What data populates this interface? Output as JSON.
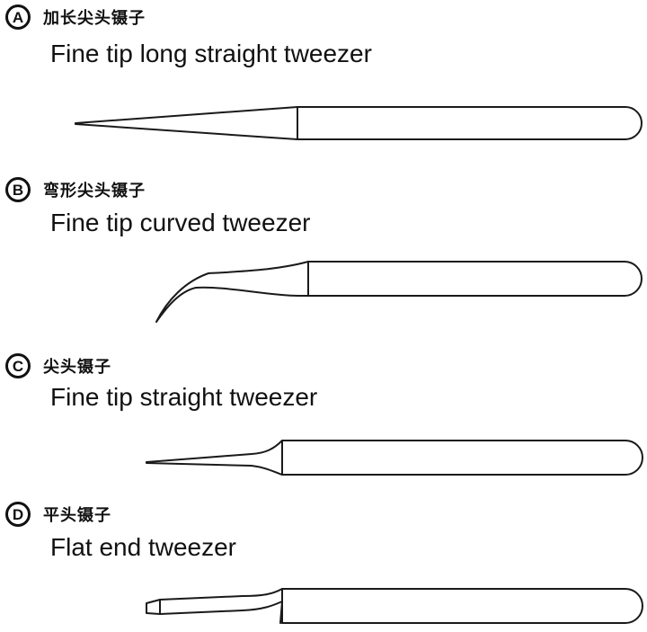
{
  "items": [
    {
      "letter": "A",
      "zh": "加长尖头镊子",
      "en": "Fine tip long straight tweezer"
    },
    {
      "letter": "B",
      "zh": "弯形尖头镊子",
      "en": "Fine tip curved tweezer"
    },
    {
      "letter": "C",
      "zh": "尖头镊子",
      "en": "Fine tip straight tweezer"
    },
    {
      "letter": "D",
      "zh": "平头镊子",
      "en": "Flat end tweezer"
    }
  ]
}
